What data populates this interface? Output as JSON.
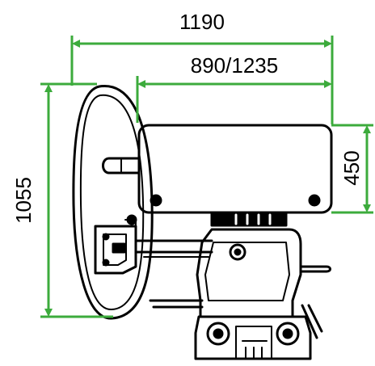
{
  "dimensions": {
    "overall_width": "1190",
    "body_width": "890/1235",
    "height": "1055",
    "drum_height": "450"
  },
  "colors": {
    "dimension_line": "#3cab3c",
    "outline": "#000000",
    "background": "#ffffff"
  }
}
